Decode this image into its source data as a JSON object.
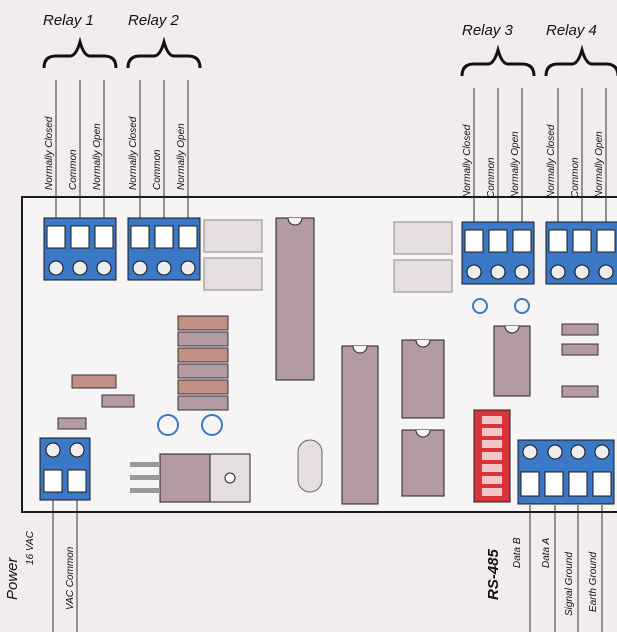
{
  "relays": [
    {
      "name": "Relay 1",
      "terminals": [
        "Normally Closed",
        "Common",
        "Normally Open"
      ]
    },
    {
      "name": "Relay 2",
      "terminals": [
        "Normally Closed",
        "Common",
        "Normally Open"
      ]
    },
    {
      "name": "Relay 3",
      "terminals": [
        "Normally Closed",
        "Common",
        "Normally Open"
      ]
    },
    {
      "name": "Relay 4",
      "terminals": [
        "Normally Closed",
        "Common",
        "Normally Open"
      ]
    }
  ],
  "power": {
    "title": "Power",
    "terminals": [
      "16 VAC",
      "VAC Common"
    ]
  },
  "rs485": {
    "title": "RS-485",
    "terminals": [
      "Data B",
      "Data A",
      "Signal Ground",
      "Earth Ground"
    ]
  },
  "colors": {
    "board": "#f7f4f6",
    "outline": "#1a1a1a",
    "terminal_blue": "#3b78c6",
    "chip": "#b49aa3",
    "resistor": "#c28f86",
    "dip_red": "#d9343a",
    "relay_box": "#e6dde1"
  }
}
